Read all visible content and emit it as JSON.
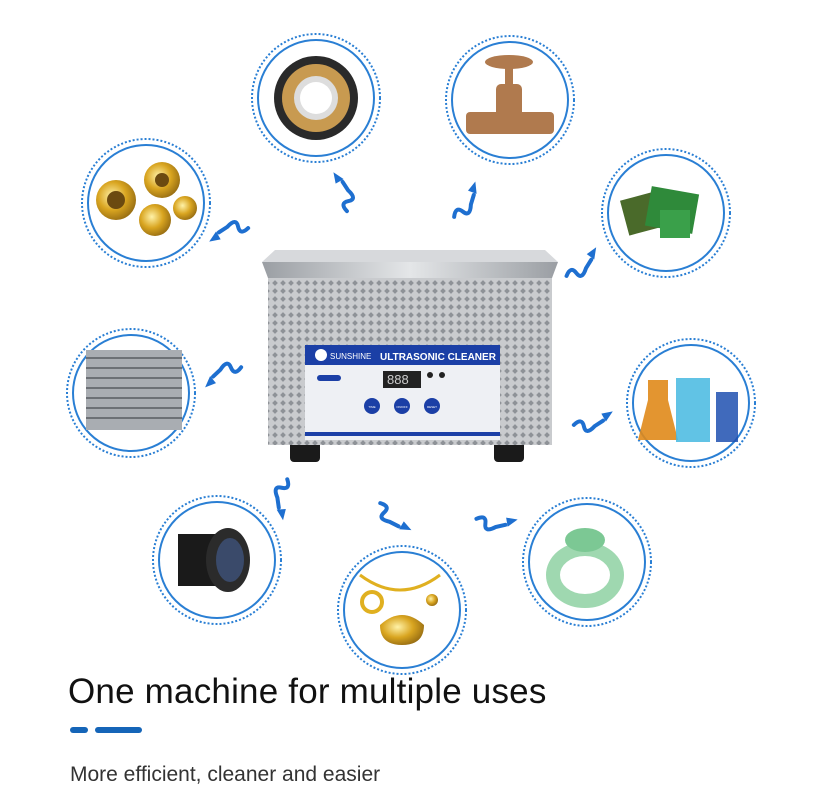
{
  "headline": "One machine for multiple uses",
  "subtitle": "More efficient, cleaner and easier",
  "machine": {
    "brand": "SUNSHINE",
    "label": "ULTRASONIC CLEANER",
    "display": "888",
    "buttons": [
      "TIME",
      "ON/OFF",
      "RESET"
    ]
  },
  "uses": [
    {
      "icon": "bearing-icon"
    },
    {
      "icon": "valve-icon"
    },
    {
      "icon": "brass-fittings-icon"
    },
    {
      "icon": "circuit-board-icon"
    },
    {
      "icon": "radiator-icon"
    },
    {
      "icon": "lab-beakers-icon"
    },
    {
      "icon": "camera-lens-icon"
    },
    {
      "icon": "gold-jewelry-icon"
    },
    {
      "icon": "jade-ring-icon"
    }
  ],
  "colors": {
    "accent": "#1565b8",
    "circle_ring": "#2a7fd4",
    "arrow": "#1e6fd0",
    "panel_blue": "#1b3fa6"
  }
}
